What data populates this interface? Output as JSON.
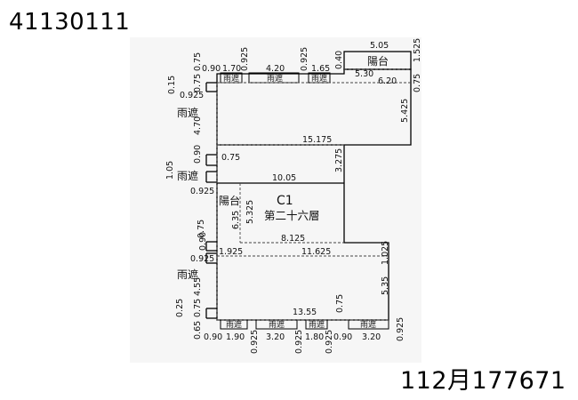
{
  "header": {
    "document_id": "41130111"
  },
  "footer": {
    "reference": "112月177671"
  },
  "plan": {
    "unit_code": "C1",
    "floor_label": "第二十六層",
    "labels": {
      "balcony": "陽台",
      "canopy": "雨遮"
    },
    "dimensions": {
      "balcony_top_width": "5.05",
      "balcony_top_depth": "1.525",
      "balcony_top_gap": "0.40",
      "top_run": "5.30",
      "top_run_2": "6.20",
      "top_left_90": "0.90",
      "top_170": "1.70",
      "top_0925_a": "0.925",
      "top_420": "4.20",
      "top_0925_b": "0.925",
      "top_165": "1.65",
      "top_left_075": "0.75",
      "right_075": "0.75",
      "right_5425": "5.425",
      "left_015": "0.15",
      "left_0925": "0.925",
      "left_470": "4.70",
      "left_075": "0.75",
      "width_15175": "15.175",
      "left_090": "0.90",
      "inner_075": "0.75",
      "left_105": "1.05",
      "width_1005": "10.05",
      "right_3275": "3.275",
      "left_0925_b": "0.925",
      "bal_635": "6.35",
      "bal_5325": "5.325",
      "width_8125": "8.125",
      "left_075_b": "0.75",
      "left_090_b": "0.90",
      "left_0925_c": "0.925",
      "inner_1925": "1.925",
      "width_11625": "11.625",
      "right_1025": "1.025",
      "left_455": "4.55",
      "right_535": "5.35",
      "left_025": "0.25",
      "left_075_c": "0.75",
      "width_1355": "13.55",
      "bottom_075": "0.75",
      "left_065": "0.65",
      "bottom_090": "0.90",
      "bottom_190": "1.90",
      "bottom_0925_a": "0.925",
      "bottom_320": "3.20",
      "bottom_0925_b": "0.925",
      "bottom_180": "1.80",
      "bottom_0925_c": "0.925",
      "bottom_090_b": "0.90",
      "bottom_320_b": "3.20",
      "bottom_0925_d": "0.925"
    }
  }
}
